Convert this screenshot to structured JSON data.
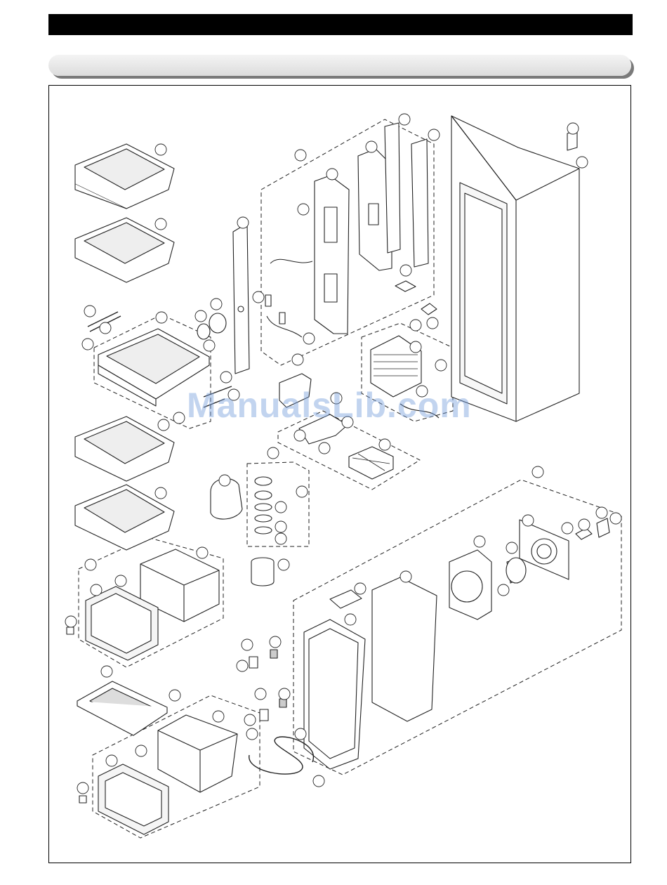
{
  "header": {
    "title": "",
    "section_label": ""
  },
  "watermark": {
    "text": "ManualsLib.com"
  },
  "colors": {
    "line": "#222222",
    "glass": "#eeeeee",
    "watermark": "#78a0dc",
    "pill": "#e6e6e6",
    "bar": "#000000"
  },
  "diagram": {
    "type": "exploded-parts-diagram",
    "callout_labels_visible": false,
    "parts": [
      {
        "name": "shelf-upper-1"
      },
      {
        "name": "shelf-upper-2"
      },
      {
        "name": "crisper-drawer-tray"
      },
      {
        "name": "shelf-middle-1"
      },
      {
        "name": "shelf-middle-2"
      },
      {
        "name": "vegetable-drawer"
      },
      {
        "name": "glass-cover-tray"
      },
      {
        "name": "lower-drawer"
      },
      {
        "name": "light-cover-strip"
      },
      {
        "name": "control-housing-panel"
      },
      {
        "name": "duct-panel"
      },
      {
        "name": "evaporator"
      },
      {
        "name": "cabinet"
      },
      {
        "name": "fan-shroud"
      },
      {
        "name": "fan-motor"
      },
      {
        "name": "air-duct-back"
      },
      {
        "name": "damper-motor"
      },
      {
        "name": "heater-assembly"
      }
    ]
  }
}
